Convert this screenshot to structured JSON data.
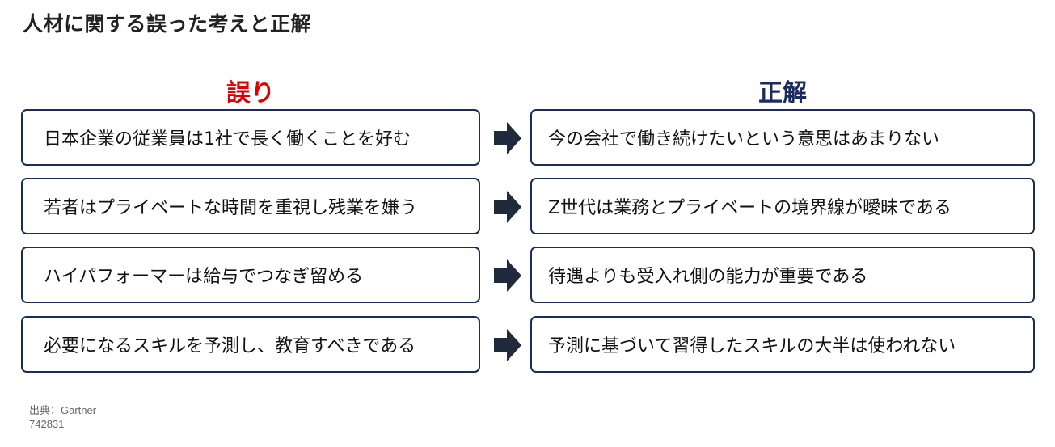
{
  "title": "人材に関する誤った考えと正解",
  "headings": {
    "wrong": "誤り",
    "right": "正解"
  },
  "rows": [
    {
      "myth": "日本企業の従業員は1社で長く働くことを好む",
      "truth": "今の会社で働き続けたいという意思はあまりない"
    },
    {
      "myth": "若者はプライベートな時間を重視し残業を嫌う",
      "truth": "Z世代は業務とプライベートの境界線が曖昧である"
    },
    {
      "myth": "ハイパフォーマーは給与でつなぎ留める",
      "truth": "待遇よりも受入れ側の能力が重要である"
    },
    {
      "myth": "必要になるスキルを予測し、教育すべきである",
      "truth": "予測に基づいて習得したスキルの大半は使われない"
    }
  ],
  "source": {
    "label": "出典：Gartner",
    "code": "742831"
  },
  "colors": {
    "wrong_heading": "#e00000",
    "right_heading": "#1a2b5e",
    "box_border": "#1a2b5e",
    "arrow": "#1f2a3d"
  },
  "icons": {
    "row_arrow": "arrow-right-icon"
  }
}
